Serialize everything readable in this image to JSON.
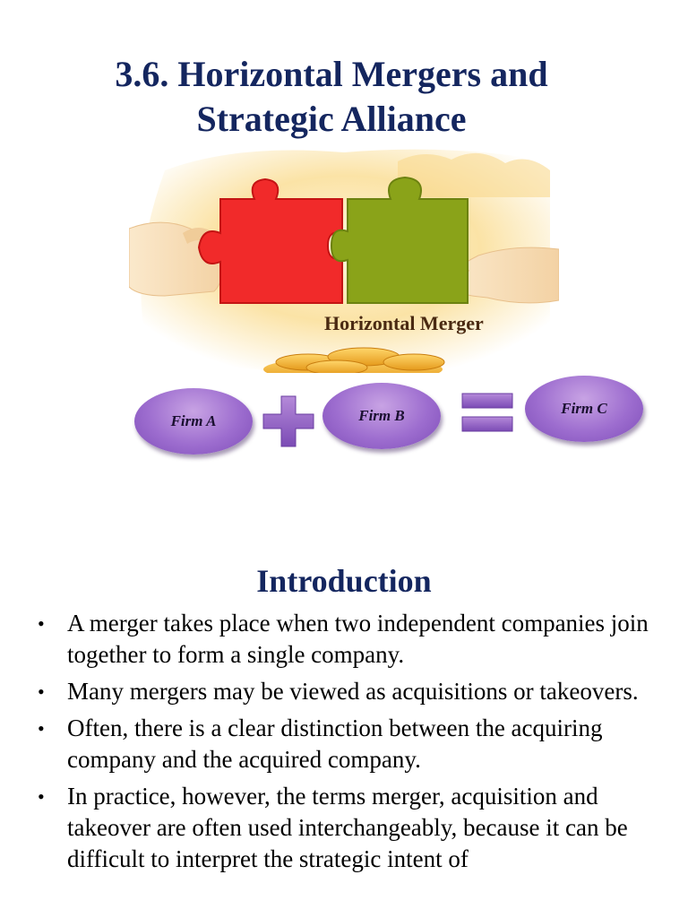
{
  "title": {
    "line1": "3.6. Horizontal Mergers and",
    "line2": "Strategic Alliance"
  },
  "illustration": {
    "caption": "Horizontal Merger",
    "icons": [
      "hand-icon",
      "red-puzzle-piece-icon",
      "green-puzzle-piece-icon",
      "coins-icon"
    ],
    "colors": {
      "red_piece": "#f12a2a",
      "green_piece": "#8aa319",
      "background_glow": "#fbe3a6",
      "coins": "#f5b93a"
    }
  },
  "equation": {
    "firm_a": "Firm A",
    "firm_b": "Firm B",
    "firm_c": "Firm C",
    "operators": [
      "plus-icon",
      "equals-icon"
    ],
    "oval_color": "#9d6dcf"
  },
  "section": {
    "heading": "Introduction",
    "bullets": [
      "A merger takes place when two independent companies join together to form a single company.",
      "Many mergers may be viewed as acquisitions or takeovers.",
      "Often, there is a clear distinction between the acquiring company and the acquired company.",
      "In practice, however, the terms merger, acquisition and takeover are often used interchangeably, because it can be difficult to interpret the strategic intent of"
    ]
  },
  "theme": {
    "heading_color": "#14265f"
  }
}
